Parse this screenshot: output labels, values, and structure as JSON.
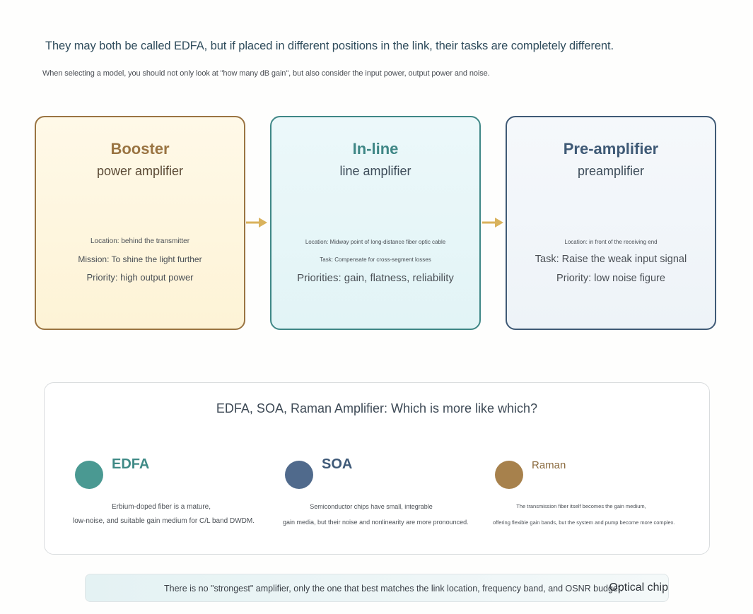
{
  "header": {
    "title": "They may both be called EDFA, but if placed in different positions in the link, their tasks are completely different.",
    "subtitle": "When selecting a model, you should not only look at \"how many dB gain\", but also consider the input power, output power and noise."
  },
  "positions": [
    {
      "title": "Booster",
      "subtitle": "power amplifier",
      "location": "Location: behind the transmitter",
      "task": "Mission: To shine the light further",
      "priority": "Priority: high output power",
      "color": "#9a7442"
    },
    {
      "title": "In-line",
      "subtitle": "line amplifier",
      "location": "Location: Midway point of long-distance fiber optic cable",
      "task": "Task: Compensate for cross-segment losses",
      "priority": "Priorities: gain, flatness, reliability",
      "color": "#3f8786"
    },
    {
      "title": "Pre-amplifier",
      "subtitle": "preamplifier",
      "location": "Location: in front of the receiving end",
      "task": "Task: Raise the weak input signal",
      "priority": "Priority: low noise figure",
      "color": "#3f5a76"
    }
  ],
  "arrow_color": "#d9b25c",
  "comparison": {
    "title": "EDFA, SOA, Raman Amplifier: Which is more like which?",
    "amplifiers": [
      {
        "name": "EDFA",
        "color": "#4a9992",
        "desc_line1": "Erbium-doped fiber is a mature,",
        "desc_line2": "low-noise, and suitable gain medium for C/L band DWDM."
      },
      {
        "name": "SOA",
        "color": "#506a8c",
        "desc_line1": "Semiconductor chips have small, integrable",
        "desc_line2": "gain media, but their noise and nonlinearity are more pronounced."
      },
      {
        "name": "Raman",
        "color": "#a7814c",
        "desc_line1": "The transmission fiber itself becomes the gain medium,",
        "desc_line2": "offering flexible gain bands, but the system and pump become more complex."
      }
    ]
  },
  "footer": {
    "text": "There is no \"strongest\" amplifier, only the one that best matches the link location, frequency band, and OSNR budget.",
    "tag": "Optical chip"
  }
}
